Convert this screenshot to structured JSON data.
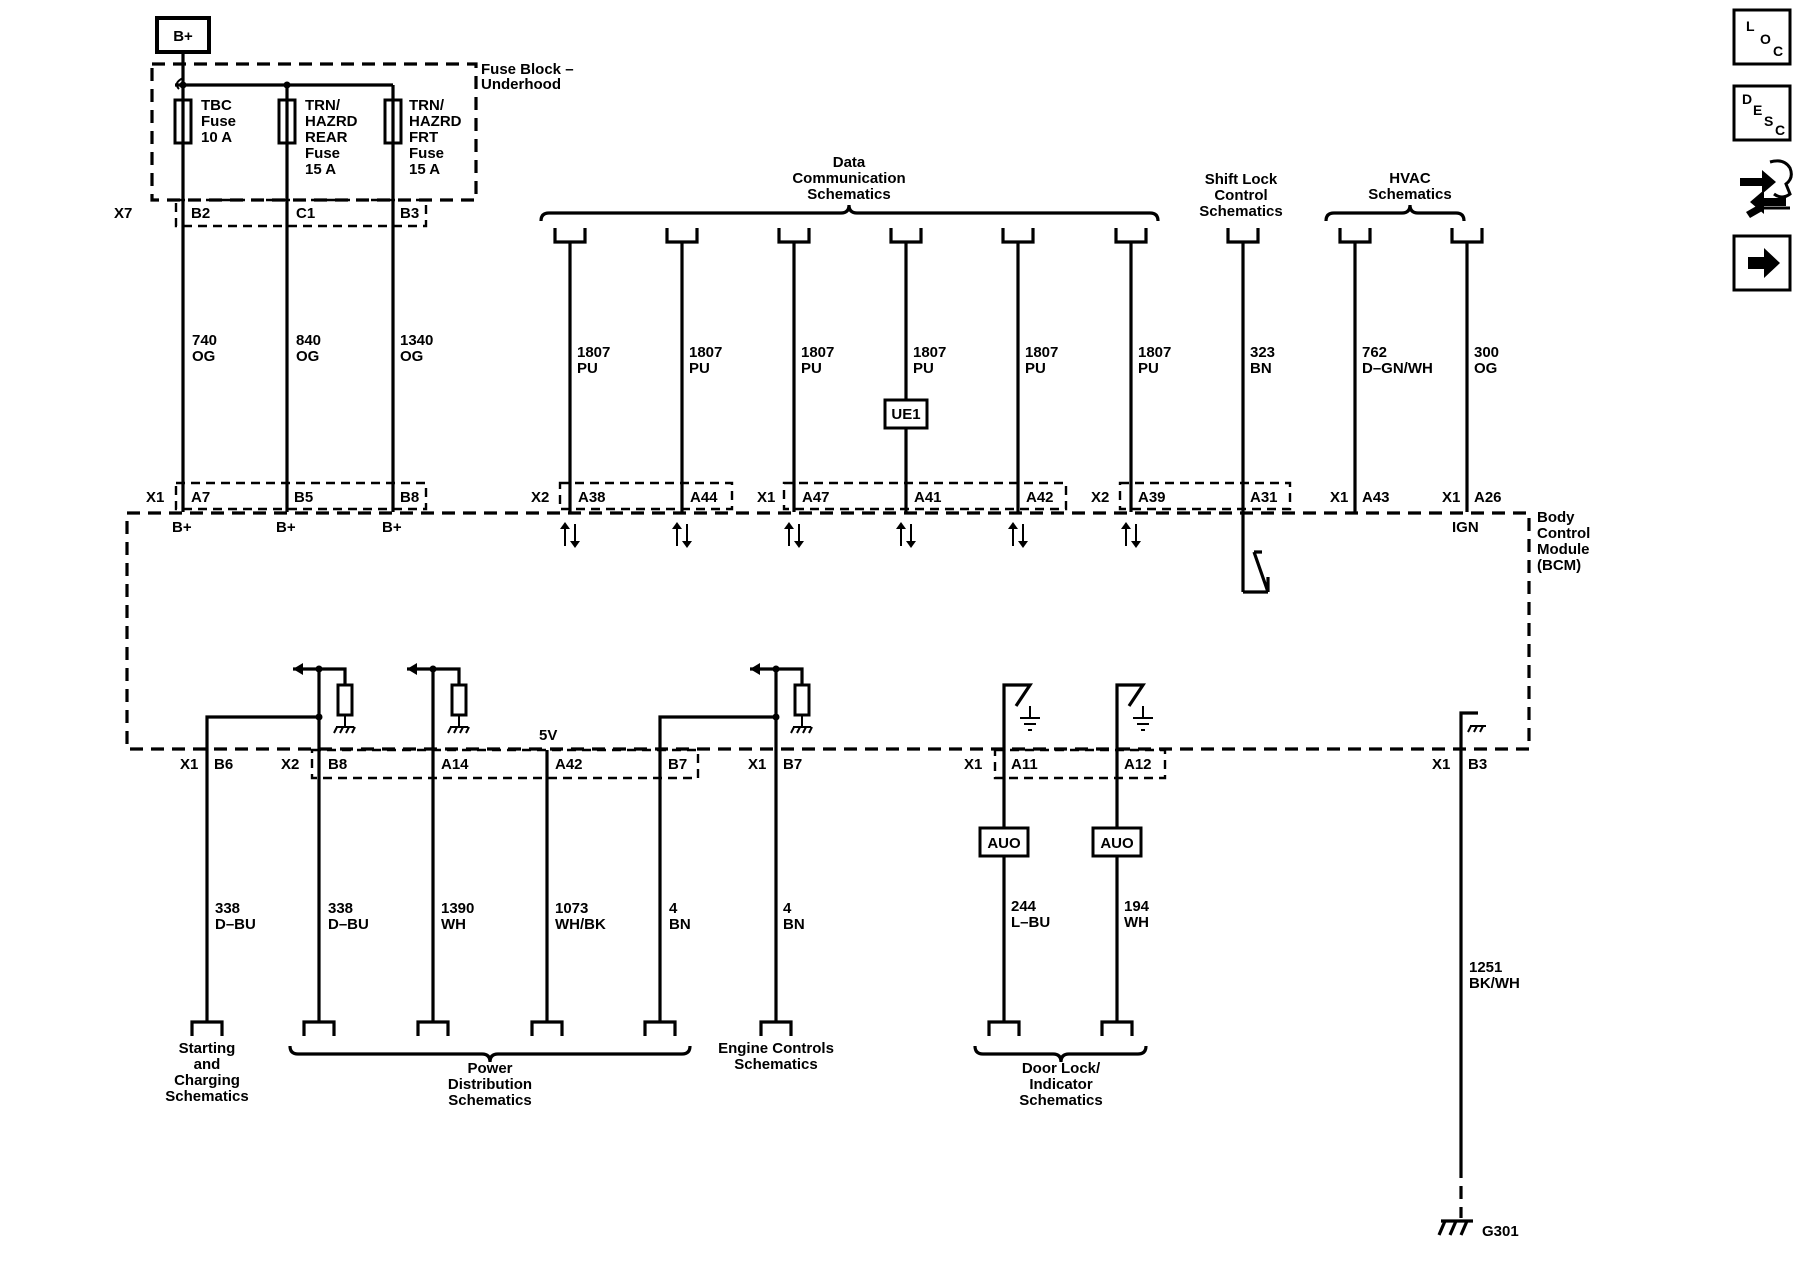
{
  "battery_label": "B+",
  "fuse_block": {
    "title_line1": "Fuse Block –",
    "title_line2": "Underhood",
    "connector": "X7",
    "fuses": [
      {
        "lines": [
          "TBC",
          "Fuse",
          "10 A"
        ],
        "pin": "B2",
        "circuit": "740",
        "color": "OG",
        "bcm_pin": "A7",
        "bcm_label": "B+"
      },
      {
        "lines": [
          "TRN/",
          "HAZRD",
          "REAR",
          "Fuse",
          "15 A"
        ],
        "pin": "C1",
        "circuit": "840",
        "color": "OG",
        "bcm_pin": "B5",
        "bcm_label": "B+"
      },
      {
        "lines": [
          "TRN/",
          "HAZRD",
          "FRT",
          "Fuse",
          "15 A"
        ],
        "pin": "B3",
        "circuit": "1340",
        "color": "OG",
        "bcm_pin": "B8",
        "bcm_label": "B+"
      }
    ]
  },
  "top_refs": {
    "data_comm": [
      "Data",
      "Communication",
      "Schematics"
    ],
    "shift_lock": [
      "Shift Lock",
      "Control",
      "Schematics"
    ],
    "hvac": [
      "HVAC",
      "Schematics"
    ]
  },
  "top_circuits": [
    {
      "conn": "X2",
      "pin": "A38",
      "circuit": "1807",
      "color": "PU"
    },
    {
      "conn": "",
      "pin": "A44",
      "circuit": "1807",
      "color": "PU"
    },
    {
      "conn": "X1",
      "pin": "A47",
      "circuit": "1807",
      "color": "PU"
    },
    {
      "conn": "",
      "pin": "A41",
      "circuit": "1807",
      "color": "PU",
      "option": "UE1"
    },
    {
      "conn": "",
      "pin": "A42",
      "circuit": "1807",
      "color": "PU"
    },
    {
      "conn": "X2",
      "pin": "A39",
      "circuit": "1807",
      "color": "PU"
    },
    {
      "conn": "",
      "pin": "A31",
      "circuit": "323",
      "color": "BN"
    },
    {
      "conn": "X1",
      "pin": "A43",
      "circuit": "762",
      "color": "D–GN/WH"
    },
    {
      "conn": "X1",
      "pin": "A26",
      "circuit": "300",
      "color": "OG",
      "bcm_label": "IGN"
    }
  ],
  "module": [
    "Body",
    "Control",
    "Module",
    "(BCM)"
  ],
  "bottom_circuits": [
    {
      "conn": "X1",
      "pin": "B6",
      "circuit": "338",
      "color": "D–BU"
    },
    {
      "conn": "X2",
      "pin": "B8",
      "circuit": "338",
      "color": "D–BU"
    },
    {
      "conn": "",
      "pin": "A14",
      "circuit": "1390",
      "color": "WH"
    },
    {
      "conn": "",
      "pin": "A42",
      "circuit": "1073",
      "color": "WH/BK",
      "internal": "5V"
    },
    {
      "conn": "",
      "pin": "B7",
      "circuit": "4",
      "color": "BN"
    },
    {
      "conn": "X1",
      "pin": "B7",
      "circuit": "4",
      "color": "BN"
    },
    {
      "conn": "X1",
      "pin": "A11",
      "circuit": "244",
      "color": "L–BU",
      "option": "AUO"
    },
    {
      "conn": "",
      "pin": "A12",
      "circuit": "194",
      "color": "WH",
      "option": "AUO"
    },
    {
      "conn": "X1",
      "pin": "B3",
      "circuit": "1251",
      "color": "BK/WH"
    }
  ],
  "bottom_refs": {
    "starting": [
      "Starting",
      "and",
      "Charging",
      "Schematics"
    ],
    "power": [
      "Power",
      "Distribution",
      "Schematics"
    ],
    "engine": [
      "Engine Controls",
      "Schematics"
    ],
    "door_lock": [
      "Door Lock/",
      "Indicator",
      "Schematics"
    ]
  },
  "ground": "G301",
  "nav_buttons": [
    {
      "name": "loc-button",
      "letters": [
        "L",
        "O",
        "C"
      ]
    },
    {
      "name": "desc-button",
      "letters": [
        "D",
        "E",
        "S",
        "C"
      ]
    },
    {
      "name": "connector-tool-icon",
      "glyph": ""
    },
    {
      "name": "next-arrow-icon",
      "glyph": "➔"
    }
  ]
}
